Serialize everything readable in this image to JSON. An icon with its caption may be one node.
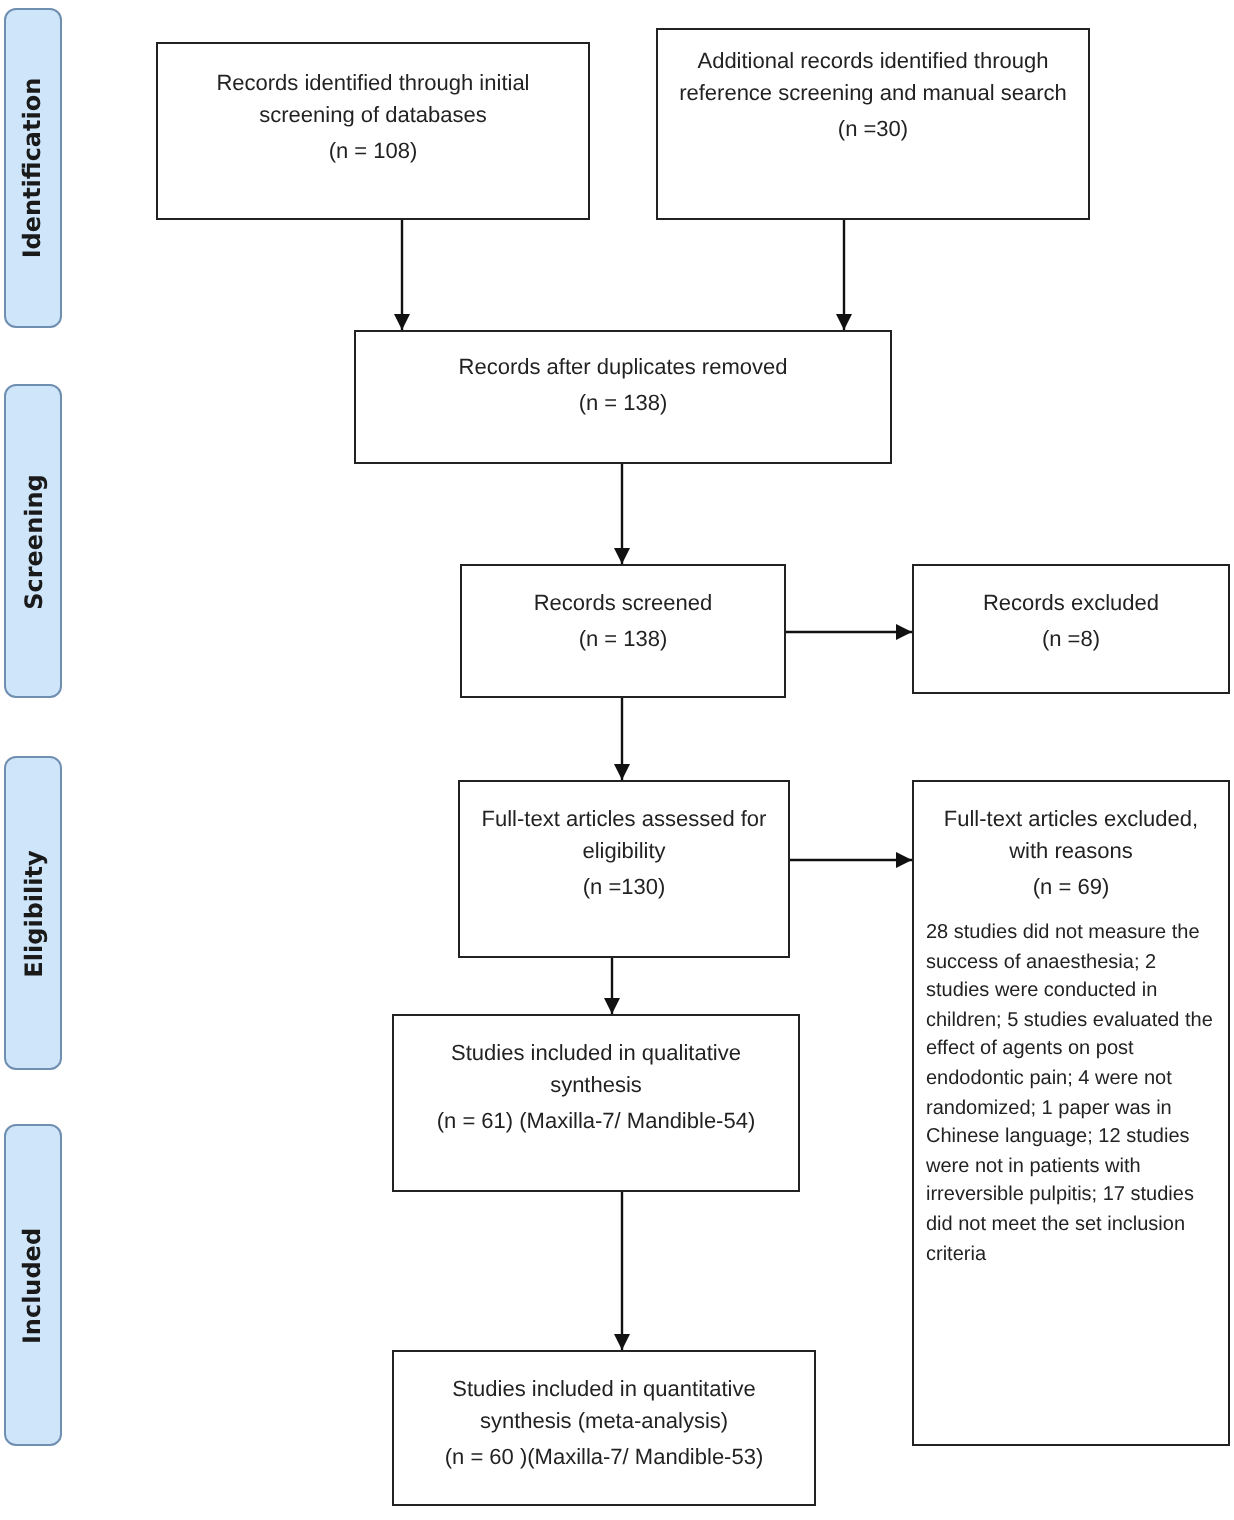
{
  "diagram": {
    "nodes": [
      {
        "text": [
          "Identification"
        ]
      },
      {
        "text": [
          "Screening"
        ]
      },
      {
        "text": [
          "Eligibility"
        ]
      },
      {
        "text": [
          "Included"
        ]
      },
      {
        "text": [
          "Records identified through initial screening of databases",
          "(n = 108)"
        ]
      },
      {
        "text": [
          "Additional records identified through reference screening and manual search",
          "(n =30)"
        ]
      },
      {
        "text": [
          "Records after duplicates removed",
          "(n = 138)"
        ]
      },
      {
        "text": [
          "Records screened",
          "(n = 138)"
        ]
      },
      {
        "text": [
          "Records excluded",
          "(n =8)"
        ]
      },
      {
        "text": [
          "Full-text articles assessed for eligibility",
          "(n =130)"
        ]
      },
      {
        "text": [
          "Full-text articles excluded, with reasons",
          "(n = 69)",
          "28 studies did not measure the success of anaesthesia; 2 studies were conducted in children; 5 studies evaluated the effect of agents on post endodontic pain; 4 were not randomized; 1 paper was in Chinese language; 12 studies were not in patients with irreversible pulpitis; 17 studies did not meet the set inclusion criteria"
        ]
      },
      {
        "text": [
          "Studies included in qualitative synthesis",
          "(n = 61) (Maxilla-7/ Mandible-54)"
        ]
      },
      {
        "text": [
          "Studies included in quantitative synthesis (meta-analysis)",
          "(n = 60 )(Maxilla-7/ Mandible-53)"
        ]
      }
    ],
    "edges": [
      {
        "from": 4,
        "to": 6,
        "arrow": "to"
      },
      {
        "from": 5,
        "to": 6,
        "arrow": "to"
      },
      {
        "from": 6,
        "to": 7,
        "arrow": "to"
      },
      {
        "from": 7,
        "to": 8,
        "arrow": "to"
      },
      {
        "from": 7,
        "to": 9,
        "arrow": "to"
      },
      {
        "from": 9,
        "to": 10,
        "arrow": "to"
      },
      {
        "from": 9,
        "to": 11,
        "arrow": "to"
      },
      {
        "from": 11,
        "to": 12,
        "arrow": "to"
      }
    ]
  }
}
